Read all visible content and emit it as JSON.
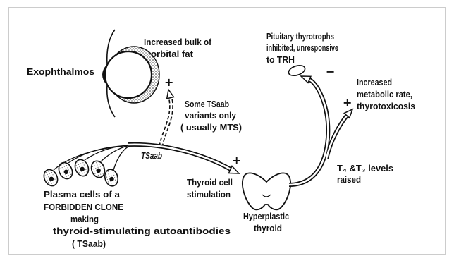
{
  "eye": {
    "fat_label": [
      "Increased bulk of",
      "orbital fat"
    ],
    "exophthalmos_label": "Exophthalmos",
    "plus": "+"
  },
  "variants": [
    "Some TSaab",
    "variants only",
    "( usually MTS)"
  ],
  "pituitary": {
    "label": [
      "Pituitary thyrotrophs",
      "inhibited, unresponsive",
      "to TRH"
    ],
    "minus": "−"
  },
  "metabolic": {
    "label": [
      "Increased",
      "metabolic rate,",
      "thyrotoxicosis"
    ],
    "plus": "+"
  },
  "antibody_arrow_label": "TSaab",
  "stimulation": {
    "label": [
      "Thyroid cell",
      "stimulation"
    ],
    "plus": "+"
  },
  "hormones": [
    "T₄ &T₃ levels",
    "raised"
  ],
  "plasma_cells": [
    "Plasma cells of a",
    "FORBIDDEN CLONE",
    "making",
    "thyroid-stimulating autoantibodies",
    "( TSaab)"
  ],
  "thyroid": [
    "Hyperplastic",
    "thyroid"
  ],
  "colors": {
    "ink": "#111111",
    "frame": "#cccccc",
    "paper": "#ffffff"
  }
}
